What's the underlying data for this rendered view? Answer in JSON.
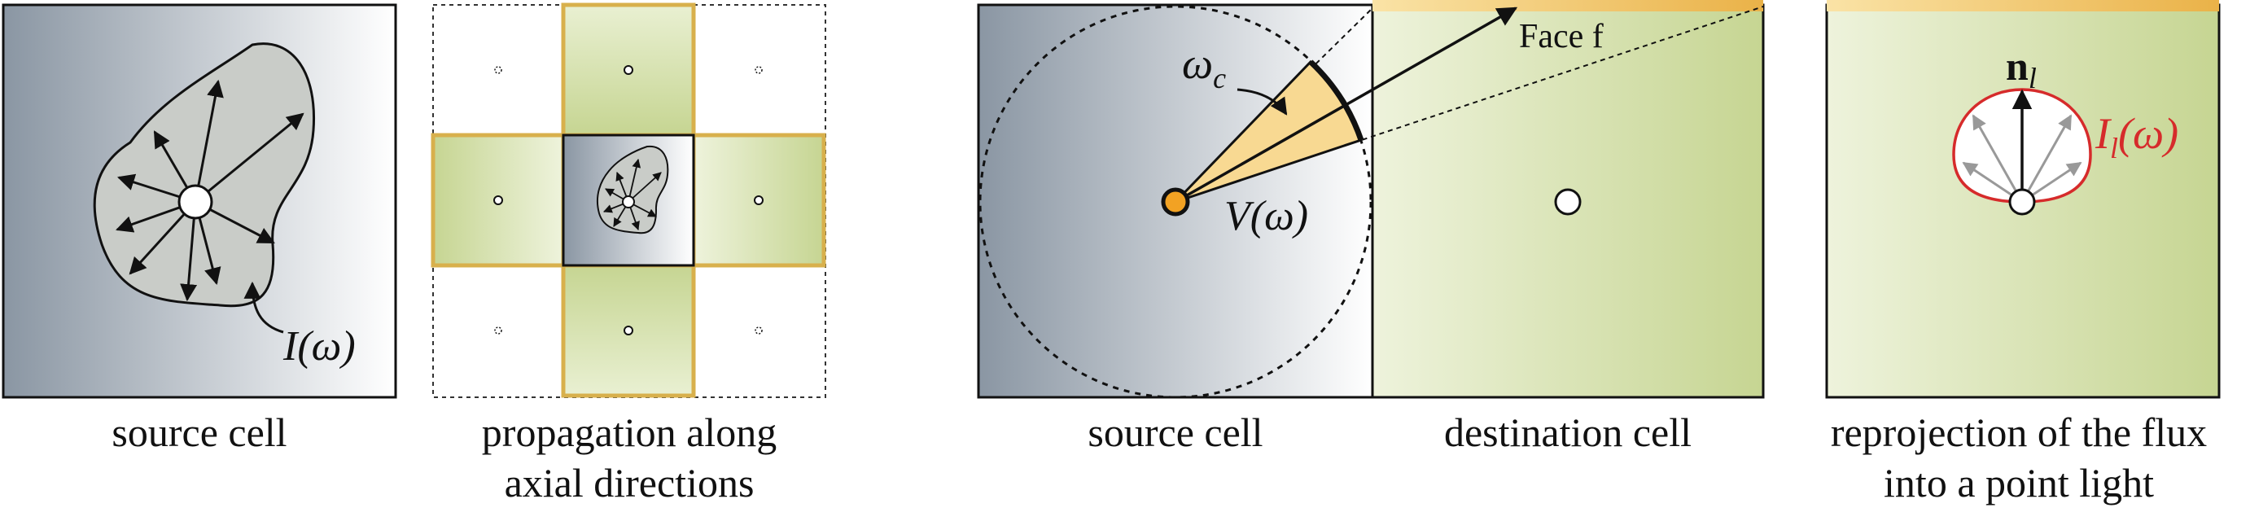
{
  "panels": {
    "source_cell": {
      "caption": "source cell",
      "intensity_label": "I(ω)"
    },
    "propagation": {
      "caption_line1": "propagation along",
      "caption_line2": "axial directions"
    },
    "source_cell_2": {
      "caption": "source cell",
      "solid_angle_label": "ω",
      "solid_angle_subscript": "c",
      "visibility_label": "V(ω)"
    },
    "destination_cell": {
      "caption": "destination cell",
      "face_label": "Face f"
    },
    "reprojection": {
      "caption_line1": "reprojection of the flux",
      "caption_line2": "into a point light",
      "normal_label": "n",
      "normal_subscript": "l",
      "light_label": "I",
      "light_subscript": "l",
      "light_arg": "(ω)"
    }
  },
  "colors": {
    "cell_gradient_dark": "#8a96a3",
    "cell_gradient_light": "#ffffff",
    "green_dark": "#c6d592",
    "green_light": "#eef3dc",
    "gold": "#e2b94a",
    "gold_light": "#f8d992",
    "blob_fill": "#c9ccc8",
    "red_lobe": "#d62b2b",
    "orange_point": "#f2a223"
  }
}
